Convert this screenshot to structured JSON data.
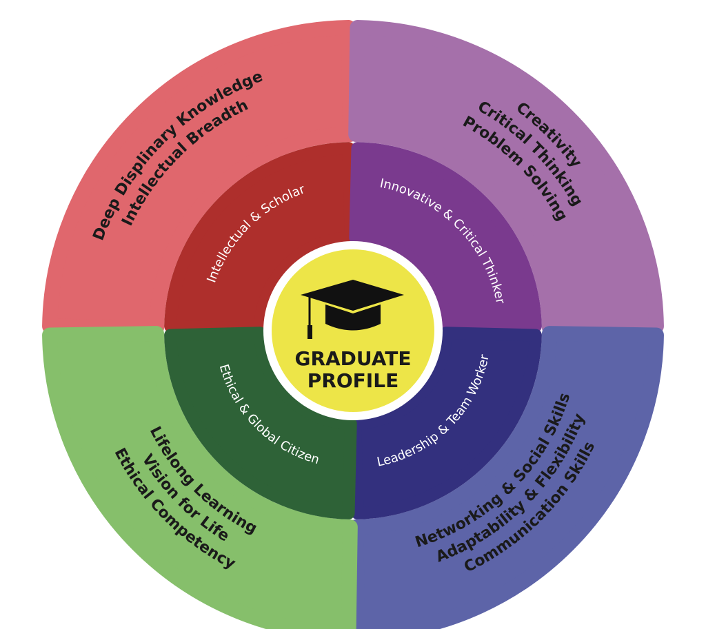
{
  "center": {
    "line1": "GRADUATE",
    "line2": "PROFILE",
    "icon": "graduation-cap-icon",
    "color": "#ede548"
  },
  "quadrants": [
    {
      "id": "tl",
      "inner_label": "Intellectual & Scholar",
      "outer_lines": [
        "Deep Displinary Knowledge",
        "Intellectual Breadth"
      ],
      "outer_color": "#e0676d",
      "inner_color": "#ae2f2c"
    },
    {
      "id": "tr",
      "inner_label": "Innovative & Critical Thinker",
      "outer_lines": [
        "Creativity",
        "Critical Thinking",
        "Problem Solving"
      ],
      "outer_color": "#a570aa",
      "inner_color": "#7a3a8e"
    },
    {
      "id": "br",
      "inner_label": "Leadership & Team Worker",
      "outer_lines": [
        "Communication Skills",
        "Adaptability & Flexibility",
        "Networking & Social Skills"
      ],
      "outer_color": "#5d64a8",
      "inner_color": "#33307e"
    },
    {
      "id": "bl",
      "inner_label": "Ethical & Global Citizen",
      "outer_lines": [
        "Ethical Competency",
        "Vision for Life",
        "Lifelong Learning"
      ],
      "outer_color": "#86bf6b",
      "inner_color": "#2e6237"
    }
  ]
}
